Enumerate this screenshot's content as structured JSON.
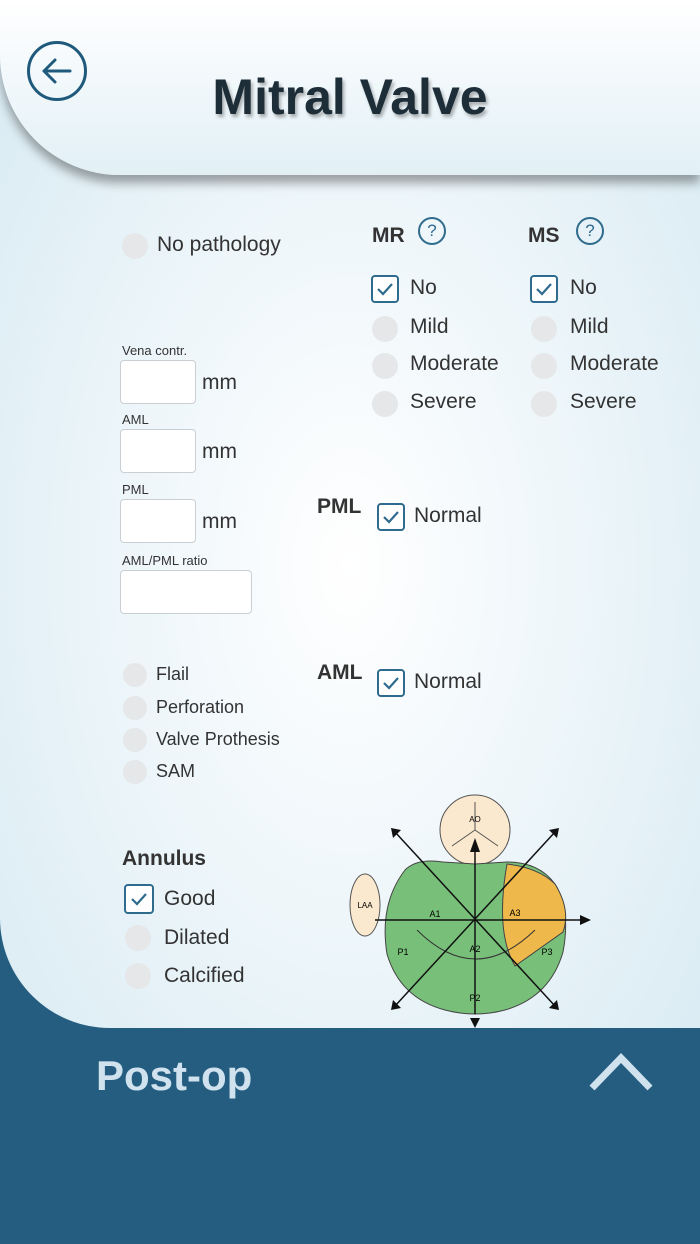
{
  "header": {
    "title": "Mitral Valve",
    "back_icon": "arrow-left-icon"
  },
  "pathology": {
    "no_pathology_label": "No pathology"
  },
  "mr": {
    "label": "MR",
    "help": "?",
    "options": [
      "No",
      "Mild",
      "Moderate",
      "Severe"
    ],
    "selected": "No"
  },
  "ms": {
    "label": "MS",
    "help": "?",
    "options": [
      "No",
      "Mild",
      "Moderate",
      "Severe"
    ],
    "selected": "No"
  },
  "measurements": {
    "vena_contr_label": "Vena contr.",
    "vena_contr_value": "",
    "vena_contr_unit": "mm",
    "aml_label": "AML",
    "aml_value": "",
    "aml_unit": "mm",
    "pml_label": "PML",
    "pml_value": "",
    "pml_unit": "mm",
    "ratio_label": "AML/PML ratio",
    "ratio_value": ""
  },
  "pml_section": {
    "label": "PML",
    "normal_label": "Normal"
  },
  "aml_section": {
    "label": "AML",
    "normal_label": "Normal"
  },
  "findings": [
    "Flail",
    "Perforation",
    "Valve Prothesis",
    "SAM"
  ],
  "annulus": {
    "label": "Annulus",
    "options": [
      "Good",
      "Dilated",
      "Calcified"
    ],
    "selected": "Good"
  },
  "diagram": {
    "labels": {
      "ao": "AO",
      "laa": "LAA",
      "a1": "A1",
      "a2": "A2",
      "a3": "A3",
      "p1": "P1",
      "p2": "P2",
      "p3": "P3"
    }
  },
  "footer": {
    "postop_label": "Post-op",
    "chevron_icon": "chevron-up-icon"
  },
  "colors": {
    "accent": "#2f6b8e",
    "footer_bg": "#255d80",
    "valve_green": "#78c07a",
    "valve_orange": "#efb84b",
    "aorta_fill": "#fbe9cf"
  }
}
